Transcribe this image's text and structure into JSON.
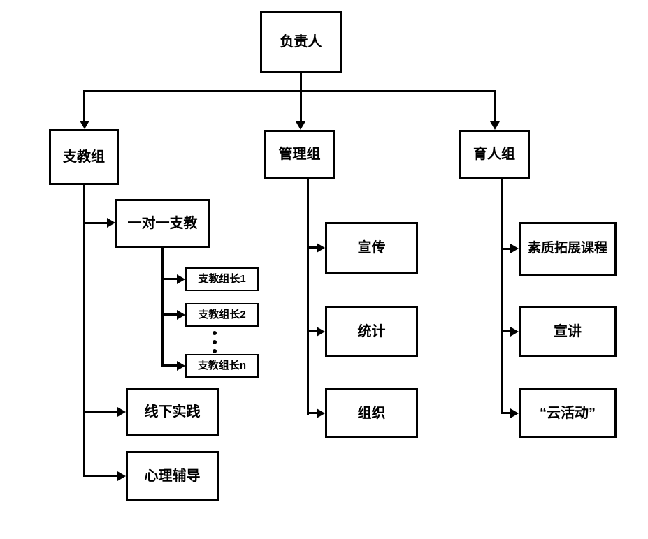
{
  "org": {
    "root": {
      "label": "负责人"
    },
    "branches": [
      {
        "label": "支教组",
        "children": [
          {
            "label": "一对一支教",
            "children": [
              {
                "label": "支教组长1"
              },
              {
                "label": "支教组长2"
              },
              {
                "label": "支教组长n"
              }
            ]
          },
          {
            "label": "线下实践"
          },
          {
            "label": "心理辅导"
          }
        ]
      },
      {
        "label": "管理组",
        "children": [
          {
            "label": "宣传"
          },
          {
            "label": "统计"
          },
          {
            "label": "组织"
          }
        ]
      },
      {
        "label": "育人组",
        "children": [
          {
            "label": "素质拓展课程"
          },
          {
            "label": "宣讲"
          },
          {
            "label": "“云活动”"
          }
        ]
      }
    ]
  }
}
